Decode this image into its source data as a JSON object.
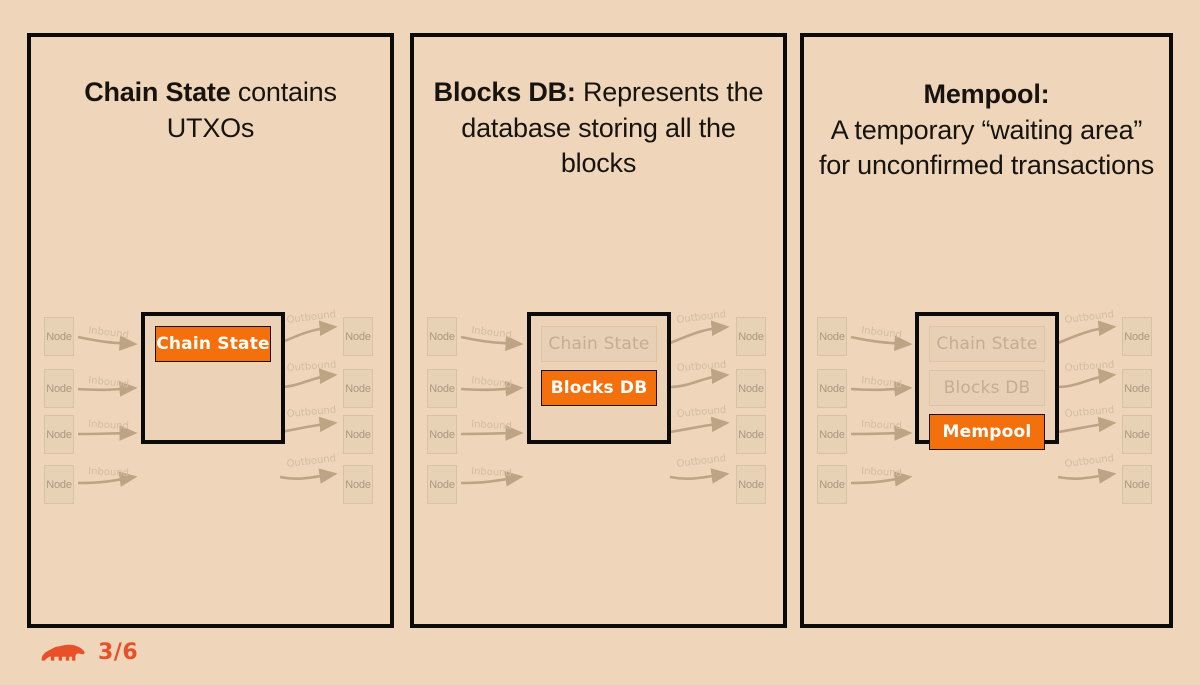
{
  "slide": {
    "background_color": "#EFD6BB",
    "accent_color": "#F4700C",
    "logo_color": "#E8502A",
    "page_indicator": "3/6",
    "logo_name": "armadillo-logo"
  },
  "panels": [
    {
      "id": "panel-1",
      "title_bold": "Chain State",
      "title_rest": " contains UTXOs",
      "layers": [
        {
          "label": "Chain State",
          "state": "active"
        }
      ],
      "left_nodes": [
        "Node",
        "Node",
        "Node",
        "Node"
      ],
      "right_nodes": [
        "Node",
        "Node",
        "Node",
        "Node"
      ],
      "inbound_label": "Inbound",
      "outbound_label": "Outbound"
    },
    {
      "id": "panel-2",
      "title_bold": "Blocks DB:",
      "title_rest": " Represents the database storing all the blocks",
      "layers": [
        {
          "label": "Chain State",
          "state": "dim"
        },
        {
          "label": "Blocks DB",
          "state": "active"
        }
      ],
      "left_nodes": [
        "Node",
        "Node",
        "Node",
        "Node"
      ],
      "right_nodes": [
        "Node",
        "Node",
        "Node",
        "Node"
      ],
      "inbound_label": "Inbound",
      "outbound_label": "Outbound"
    },
    {
      "id": "panel-3",
      "title_bold": "Mempool:",
      "title_rest": "\nA temporary “waiting area” for unconfirmed transactions",
      "layers": [
        {
          "label": "Chain State",
          "state": "dim"
        },
        {
          "label": "Blocks DB",
          "state": "dim"
        },
        {
          "label": "Mempool",
          "state": "active"
        }
      ],
      "left_nodes": [
        "Node",
        "Node",
        "Node",
        "Node"
      ],
      "right_nodes": [
        "Node",
        "Node",
        "Node",
        "Node"
      ],
      "inbound_label": "Inbound",
      "outbound_label": "Outbound"
    }
  ]
}
